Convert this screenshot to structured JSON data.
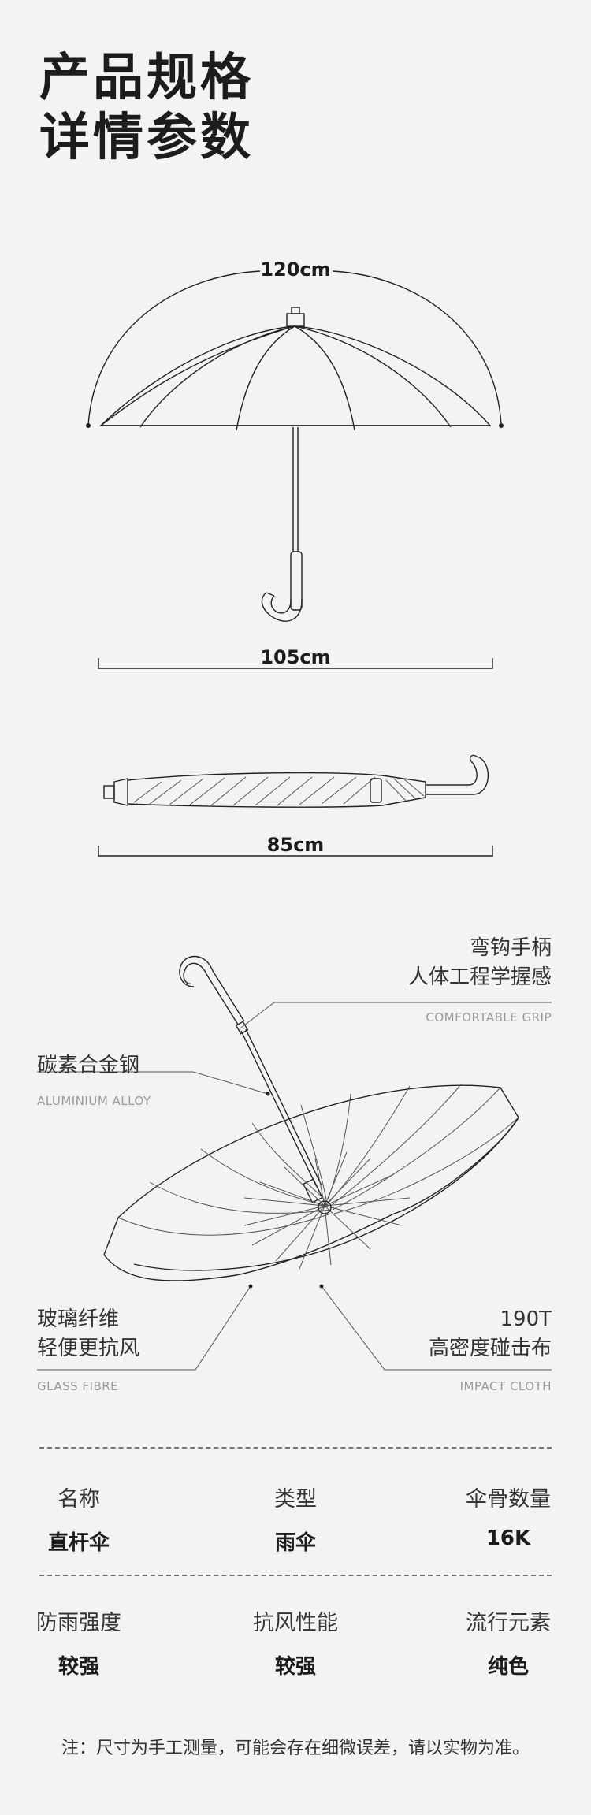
{
  "title": {
    "line1": "产品规格",
    "line2": "详情参数"
  },
  "dimensions": {
    "open_width": "120cm",
    "open_height": "105cm",
    "folded_length": "85cm"
  },
  "callouts": {
    "handle": {
      "cn1": "弯钩手柄",
      "cn2": "人体工程学握感",
      "en": "COMFORTABLE GRIP"
    },
    "shaft": {
      "cn1": "碳素合金钢",
      "en": "ALUMINIUM ALLOY"
    },
    "ribs": {
      "cn1": "玻璃纤维",
      "cn2": "轻便更抗风",
      "en": "GLASS FIBRE"
    },
    "canopy": {
      "cn1": "190T",
      "cn2": "高密度碰击布",
      "en": "IMPACT CLOTH"
    }
  },
  "specs": [
    {
      "key": "名称",
      "value": "直杆伞"
    },
    {
      "key": "类型",
      "value": "雨伞"
    },
    {
      "key": "伞骨数量",
      "value": "16K"
    },
    {
      "key": "防雨强度",
      "value": "较强"
    },
    {
      "key": "抗风性能",
      "value": "较强"
    },
    {
      "key": "流行元素",
      "value": "纯色"
    }
  ],
  "note": "注：尺寸为手工测量，可能会存在细微误差，请以实物为准。"
}
